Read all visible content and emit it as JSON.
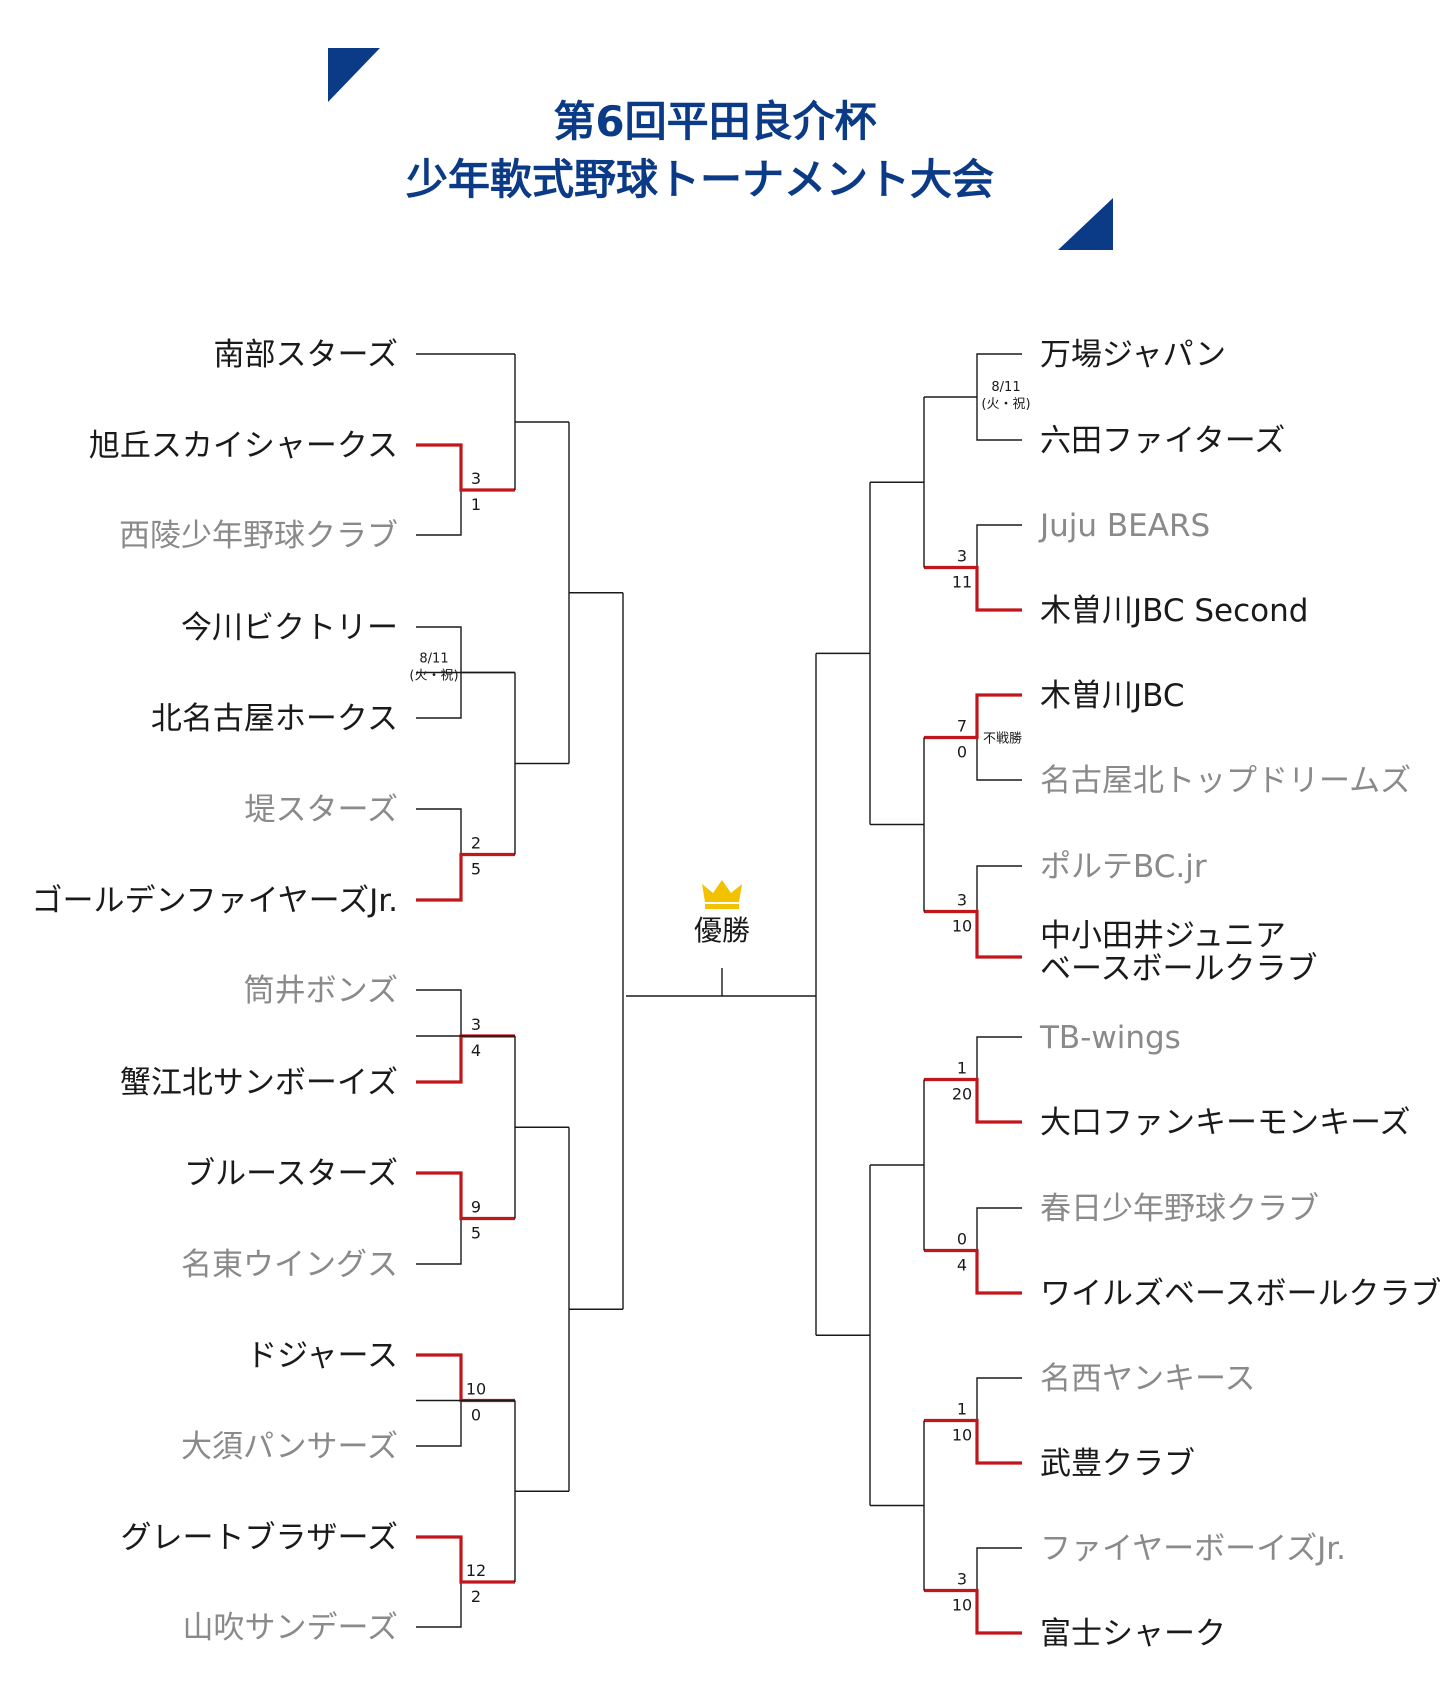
{
  "title": {
    "line1": "第6回平田良介杯",
    "line2": "少年軟式野球トーナメント大会"
  },
  "colors": {
    "title": "#0b3a86",
    "winner_line": "#c0161c",
    "crown": "#f2c200",
    "loser_text": "#8a8a8a",
    "text": "#1a1a1a"
  },
  "final": {
    "label": "優勝",
    "icon": "crown-icon"
  },
  "left": {
    "teams": [
      {
        "name": "南部スターズ",
        "status": "pending"
      },
      {
        "name": "旭丘スカイシャークス",
        "status": "winner"
      },
      {
        "name": "西陵少年野球クラブ",
        "status": "loser"
      },
      {
        "name": "今川ビクトリー",
        "status": "pending"
      },
      {
        "name": "北名古屋ホークス",
        "status": "pending"
      },
      {
        "name": "堤スターズ",
        "status": "loser"
      },
      {
        "name": "ゴールデンファイヤーズJr.",
        "status": "winner"
      },
      {
        "name": "筒井ボンズ",
        "status": "loser"
      },
      {
        "name": "蟹江北サンボーイズ",
        "status": "winner"
      },
      {
        "name": "ブルースターズ",
        "status": "winner"
      },
      {
        "name": "名東ウイングス",
        "status": "loser"
      },
      {
        "name": "ドジャース",
        "status": "winner"
      },
      {
        "name": "大須パンサーズ",
        "status": "loser"
      },
      {
        "name": "グレートブラザーズ",
        "status": "winner"
      },
      {
        "name": "山吹サンデーズ",
        "status": "loser"
      }
    ],
    "matches": [
      {
        "score_top": "3",
        "score_bottom": "1"
      },
      {
        "date": "8/11",
        "day": "(火・祝)"
      },
      {
        "score_top": "2",
        "score_bottom": "5"
      },
      {
        "score_top": "3",
        "score_bottom": "4"
      },
      {
        "score_top": "9",
        "score_bottom": "5"
      },
      {
        "score_top": "10",
        "score_bottom": "0"
      },
      {
        "score_top": "12",
        "score_bottom": "2"
      }
    ]
  },
  "right": {
    "teams": [
      {
        "lines": [
          "万場ジャパン"
        ],
        "status": "pending"
      },
      {
        "lines": [
          "六田ファイターズ"
        ],
        "status": "pending"
      },
      {
        "lines": [
          "Juju BEARS"
        ],
        "status": "loser"
      },
      {
        "lines": [
          "木曽川JBC Second"
        ],
        "status": "winner"
      },
      {
        "lines": [
          "木曽川JBC"
        ],
        "status": "winner"
      },
      {
        "lines": [
          "名古屋北トップドリームズ"
        ],
        "status": "loser"
      },
      {
        "lines": [
          "ポルテBC.jr"
        ],
        "status": "loser"
      },
      {
        "lines": [
          "中小田井ジュニア",
          "ベースボールクラブ"
        ],
        "status": "winner"
      },
      {
        "lines": [
          "TB-wings"
        ],
        "status": "loser"
      },
      {
        "lines": [
          "大口ファンキーモンキーズ"
        ],
        "status": "winner"
      },
      {
        "lines": [
          "春日少年野球クラブ"
        ],
        "status": "loser"
      },
      {
        "lines": [
          "ワイルズベースボールクラブ"
        ],
        "status": "winner"
      },
      {
        "lines": [
          "名西ヤンキース"
        ],
        "status": "loser"
      },
      {
        "lines": [
          "武豊クラブ"
        ],
        "status": "winner"
      },
      {
        "lines": [
          "ファイヤーボーイズJr."
        ],
        "status": "loser"
      },
      {
        "lines": [
          "富士シャーク"
        ],
        "status": "winner"
      }
    ],
    "matches": [
      {
        "date": "8/11",
        "day": "(火・祝)"
      },
      {
        "score_top": "3",
        "score_bottom": "11"
      },
      {
        "score_top": "7",
        "score_bottom": "0",
        "note": "不戦勝"
      },
      {
        "score_top": "3",
        "score_bottom": "10"
      },
      {
        "score_top": "1",
        "score_bottom": "20"
      },
      {
        "score_top": "0",
        "score_bottom": "4"
      },
      {
        "score_top": "1",
        "score_bottom": "10"
      },
      {
        "score_top": "3",
        "score_bottom": "10"
      }
    ]
  }
}
